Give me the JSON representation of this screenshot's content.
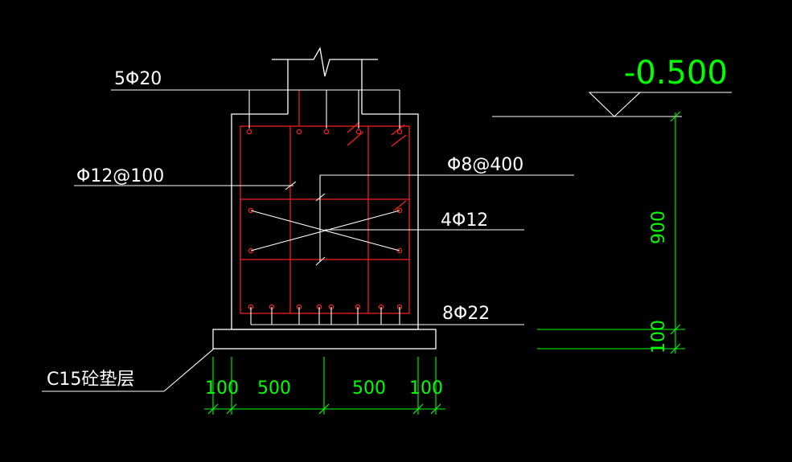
{
  "colors": {
    "background": "#000000",
    "outline": "#ffffff",
    "rebar": "#ff2020",
    "dimension": "#00ff00"
  },
  "labels": {
    "top_bars": "5Φ20",
    "stirrup_main": "Φ12@100",
    "tie_bars": "Φ8@400",
    "side_bars": "4Φ12",
    "bottom_bars": "8Φ22",
    "cushion": "C15砼垫层",
    "elevation": "-0.500"
  },
  "dimensions": {
    "horizontal": [
      "100",
      "500",
      "500",
      "100"
    ],
    "vertical": [
      "900",
      "100"
    ]
  }
}
